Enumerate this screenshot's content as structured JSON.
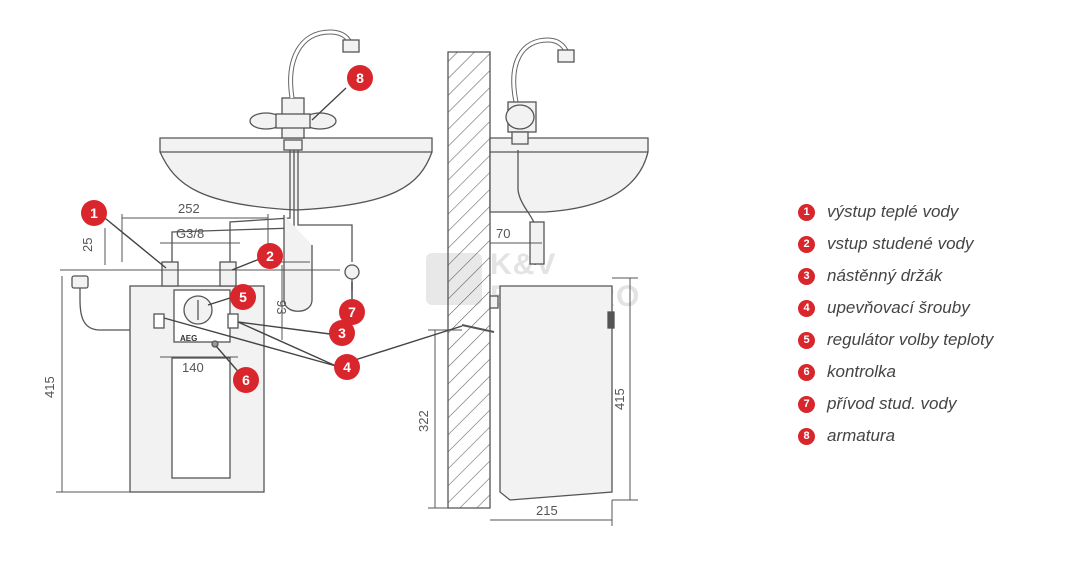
{
  "watermark": {
    "line1": "K&V",
    "line2": "ELEKTRO"
  },
  "dimensions": {
    "width_252": "252",
    "thread_g38": "G3/8",
    "height_25": "25",
    "height_93": "93",
    "height_415_front": "415",
    "width_140": "140",
    "depth_70": "70",
    "height_322": "322",
    "height_415_side": "415",
    "depth_215": "215"
  },
  "device_brand": "AEG",
  "callouts": [
    "1",
    "2",
    "3",
    "4",
    "5",
    "6",
    "7",
    "8"
  ],
  "legend": [
    {
      "number": "1",
      "label": "výstup teplé vody"
    },
    {
      "number": "2",
      "label": "vstup studené vody"
    },
    {
      "number": "3",
      "label": "nástěnný držák"
    },
    {
      "number": "4",
      "label": "upevňovací šrouby"
    },
    {
      "number": "5",
      "label": "regulátor volby teploty"
    },
    {
      "number": "6",
      "label": "kontrolka"
    },
    {
      "number": "7",
      "label": "přívod stud. vody"
    },
    {
      "number": "8",
      "label": "armatura"
    }
  ],
  "colors": {
    "accent": "#d9262c",
    "line": "#555555",
    "fill": "#f2f2f2"
  }
}
